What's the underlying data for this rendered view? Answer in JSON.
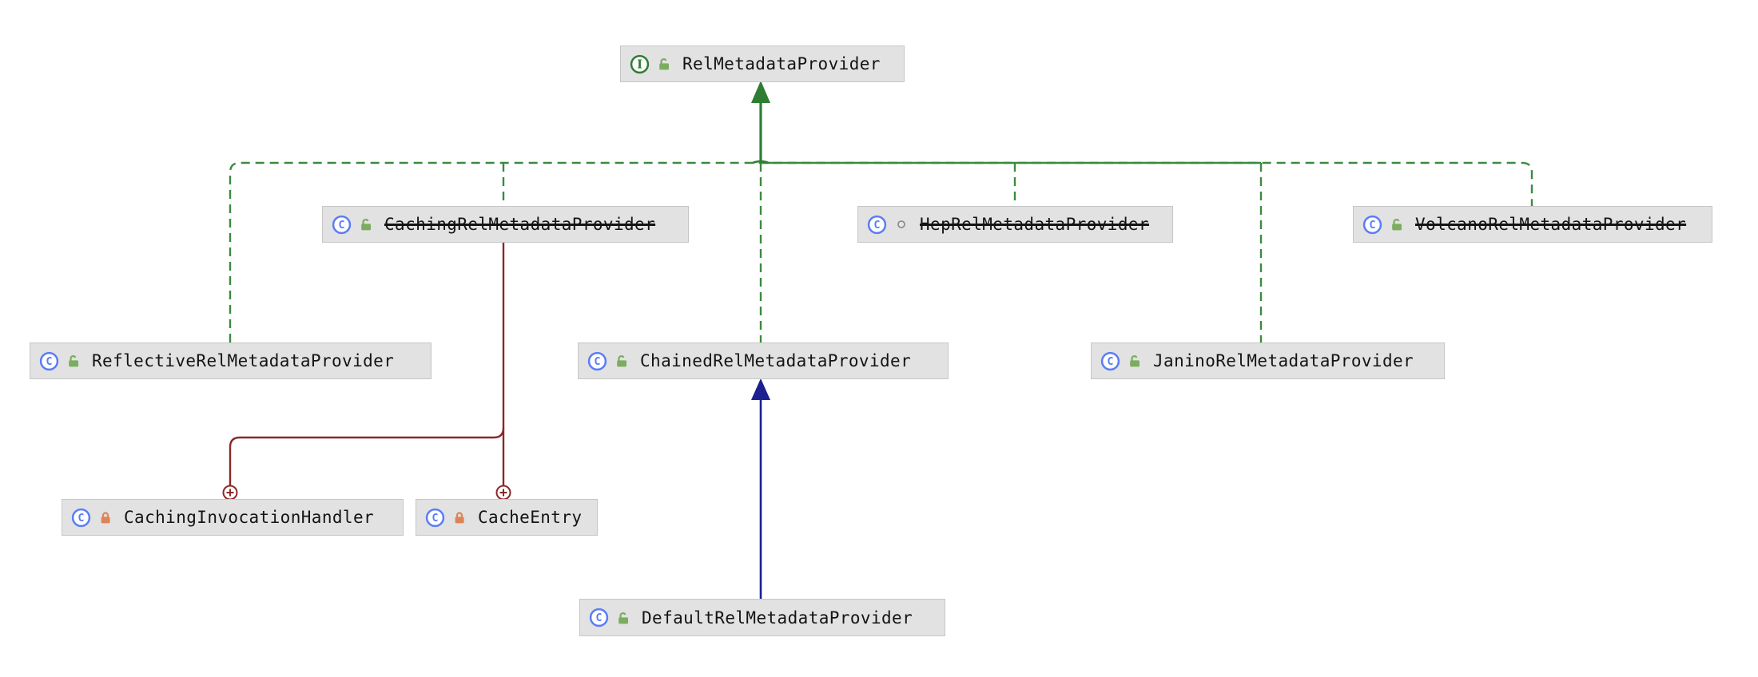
{
  "diagram": {
    "description": "UML class hierarchy diagram of RelMetadataProvider",
    "nodes": [
      {
        "id": "rel-metadata-provider",
        "label": "RelMetadataProvider",
        "kind": "interface",
        "visibility": "public",
        "deprecated": false
      },
      {
        "id": "caching-rel-metadata-provider",
        "label": "CachingRelMetadataProvider",
        "kind": "class",
        "visibility": "public",
        "deprecated": true
      },
      {
        "id": "hep-rel-metadata-provider",
        "label": "HepRelMetadataProvider",
        "kind": "class",
        "visibility": "package-private",
        "deprecated": true
      },
      {
        "id": "volcano-rel-metadata-provider",
        "label": "VolcanoRelMetadataProvider",
        "kind": "class",
        "visibility": "public",
        "deprecated": true
      },
      {
        "id": "reflective-rel-metadata-provider",
        "label": "ReflectiveRelMetadataProvider",
        "kind": "class",
        "visibility": "public",
        "deprecated": false
      },
      {
        "id": "chained-rel-metadata-provider",
        "label": "ChainedRelMetadataProvider",
        "kind": "class",
        "visibility": "public",
        "deprecated": false
      },
      {
        "id": "janino-rel-metadata-provider",
        "label": "JaninoRelMetadataProvider",
        "kind": "class",
        "visibility": "public",
        "deprecated": false
      },
      {
        "id": "caching-invocation-handler",
        "label": "CachingInvocationHandler",
        "kind": "class",
        "visibility": "private",
        "deprecated": false
      },
      {
        "id": "cache-entry",
        "label": "CacheEntry",
        "kind": "class",
        "visibility": "private",
        "deprecated": false
      },
      {
        "id": "default-rel-metadata-provider",
        "label": "DefaultRelMetadataProvider",
        "kind": "class",
        "visibility": "public",
        "deprecated": false
      }
    ],
    "edges": [
      {
        "from": "CachingRelMetadataProvider",
        "to": "RelMetadataProvider",
        "type": "implements"
      },
      {
        "from": "HepRelMetadataProvider",
        "to": "RelMetadataProvider",
        "type": "implements"
      },
      {
        "from": "VolcanoRelMetadataProvider",
        "to": "RelMetadataProvider",
        "type": "implements"
      },
      {
        "from": "ReflectiveRelMetadataProvider",
        "to": "RelMetadataProvider",
        "type": "implements"
      },
      {
        "from": "ChainedRelMetadataProvider",
        "to": "RelMetadataProvider",
        "type": "implements"
      },
      {
        "from": "JaninoRelMetadataProvider",
        "to": "RelMetadataProvider",
        "type": "implements"
      },
      {
        "from": "DefaultRelMetadataProvider",
        "to": "ChainedRelMetadataProvider",
        "type": "extends"
      },
      {
        "from": "CachingRelMetadataProvider",
        "to": "CachingInvocationHandler",
        "type": "inner-class"
      },
      {
        "from": "CachingRelMetadataProvider",
        "to": "CacheEntry",
        "type": "inner-class"
      }
    ],
    "colors": {
      "implements_edge": "#3b8a3f",
      "implements_arrow": "#2e7d32",
      "extends_edge": "#1b1f8f",
      "inner_class_edge": "#8a2828",
      "node_background": "#e2e2e2",
      "node_border": "#c6c6c6",
      "class_icon_blue": "#5b7cf7",
      "interface_icon_green": "#2e7d32",
      "public_lock_green": "#7bad5e",
      "private_lock_orange": "#dd8456",
      "package_private_gray": "#8e8e8e"
    }
  }
}
